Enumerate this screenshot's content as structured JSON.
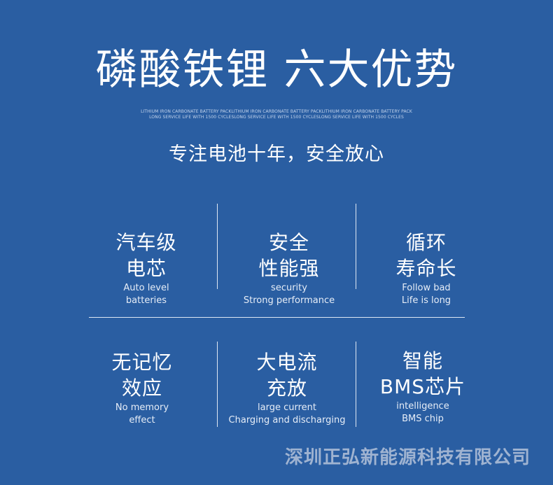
{
  "title": "磷酸铁锂 六大优势",
  "en_line_1": "LITHIUM IRON CARBONATE BATTERY PACKLITHIUM IRON CARBONATE BATTERY PACKLITHIUM IRON CARBONATE BATTERY PACK",
  "en_line_2": "LONG SERVICE LIFE WITH 1500 CYCLESLONG SERVICE LIFE WITH 1500 CYCLESLONG SERVICE LIFE WITH 1500 CYCLES",
  "subtitle": "专注电池十年，安全放心",
  "features": [
    {
      "cn_1": "汽车级",
      "cn_2": "电芯",
      "en_1": "Auto level",
      "en_2": "batteries"
    },
    {
      "cn_1": "安全",
      "cn_2": "性能强",
      "en_1": "security",
      "en_2": "Strong performance"
    },
    {
      "cn_1": "循环",
      "cn_2": "寿命长",
      "en_1": "Follow bad",
      "en_2": "Life is long"
    },
    {
      "cn_1": "无记忆",
      "cn_2": "效应",
      "en_1": "No memory",
      "en_2": "effect"
    },
    {
      "cn_1": "大电流",
      "cn_2": "充放",
      "en_1": "large current",
      "en_2": "Charging and discharging"
    },
    {
      "cn_1": "智能",
      "cn_2": "BMS芯片",
      "en_1": "intelligence",
      "en_2": "BMS chip"
    }
  ],
  "company": "深圳正弘新能源科技有限公司",
  "colors": {
    "background": "#2a5ea2",
    "text": "#ffffff",
    "company_text": "#9fb3d1"
  }
}
